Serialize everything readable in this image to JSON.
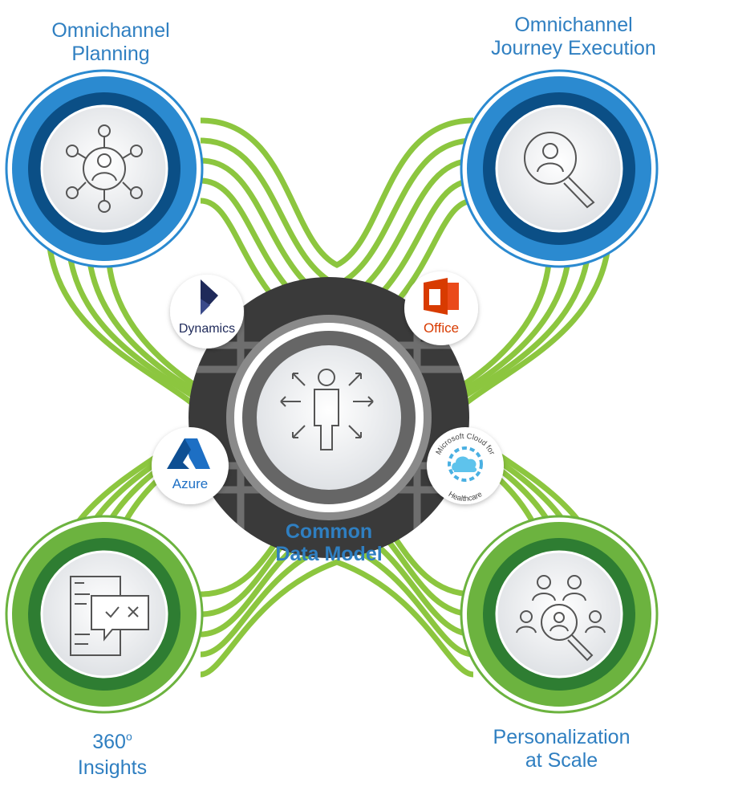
{
  "nodes": {
    "planning": {
      "line1": "Omnichannel",
      "line2": "Planning"
    },
    "journey": {
      "line1": "Omnichannel",
      "line2": "Journey Execution"
    },
    "insights": {
      "line1": "360",
      "sup": "o",
      "line2": "Insights"
    },
    "personalization": {
      "line1": "Personalization",
      "line2": "at Scale"
    }
  },
  "center": {
    "line1": "Common",
    "line2": "Data Model"
  },
  "badges": {
    "dynamics": "Dynamics",
    "office": "Office",
    "azure": "Azure",
    "cloud_top": "Microsoft Cloud for",
    "cloud_bottom": "Healthcare"
  },
  "colors": {
    "blue_outer": "#2b8ad0",
    "blue_inner": "#0b4f86",
    "green_outer": "#6cb33f",
    "green_inner": "#2e7d32",
    "line_green": "#8cc63f",
    "hub_dark": "#3a3a3a",
    "hub_ring": "#666666",
    "label_blue": "#2f7fc1",
    "office_red": "#d83b01",
    "azure_blue": "#1d6fc4",
    "dynamics_navy": "#1f2a5a"
  }
}
